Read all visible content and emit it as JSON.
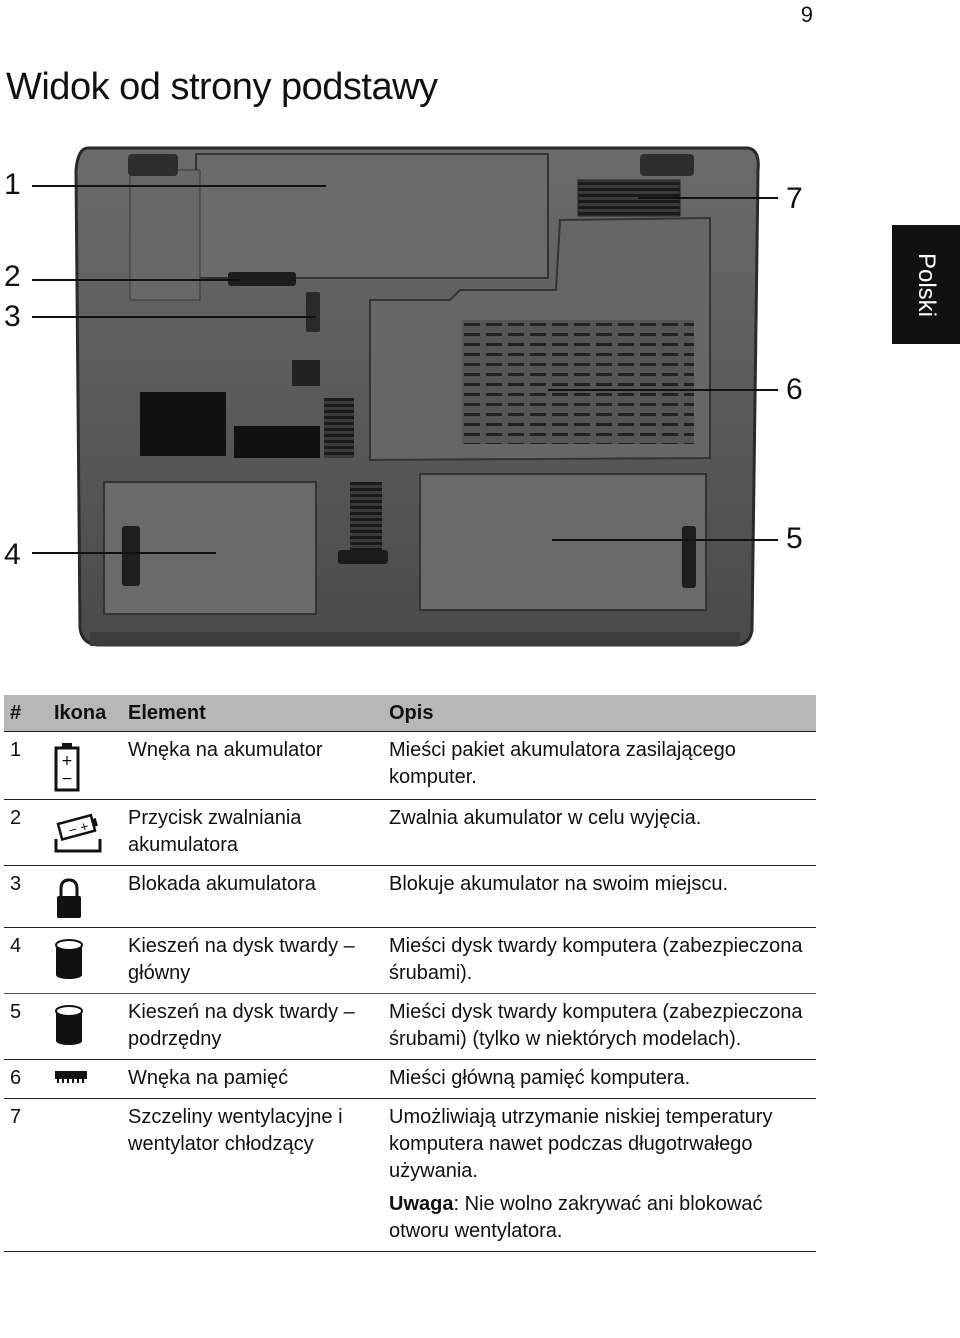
{
  "page": {
    "number": "9",
    "title": "Widok od strony podstawy",
    "language_tab": "Polski"
  },
  "figure": {
    "callouts": [
      "1",
      "2",
      "3",
      "4",
      "5",
      "6",
      "7"
    ]
  },
  "table": {
    "headers": [
      "#",
      "Ikona",
      "Element",
      "Opis"
    ],
    "rows": [
      {
        "num": "1",
        "icon": "battery-icon",
        "item": "Wnęka na akumulator",
        "desc": "Mieści pakiet akumulatora zasilającego komputer."
      },
      {
        "num": "2",
        "icon": "battery-release-icon",
        "item": "Przycisk zwalniania akumulatora",
        "desc": "Zwalnia akumulator w celu wyjęcia."
      },
      {
        "num": "3",
        "icon": "lock-icon",
        "item": "Blokada akumulatora",
        "desc": "Blokuje akumulator na swoim miejscu."
      },
      {
        "num": "4",
        "icon": "hard-disk-icon",
        "item": "Kieszeń na dysk twardy – główny",
        "desc": "Mieści dysk twardy komputera (zabezpieczona śrubami)."
      },
      {
        "num": "5",
        "icon": "hard-disk-icon",
        "item": "Kieszeń na dysk twardy – podrzędny",
        "desc": "Mieści dysk twardy komputera (zabezpieczona śrubami) (tylko w niektórych modelach)."
      },
      {
        "num": "6",
        "icon": "memory-icon",
        "item": "Wnęka na pamięć",
        "desc": "Mieści główną pamięć komputera."
      },
      {
        "num": "7",
        "icon": "",
        "item": "Szczeliny wentylacyjne i wentylator chłodzący",
        "desc": "Umożliwiają utrzymanie niskiej temperatury komputera nawet podczas długotrwałego używania.",
        "note_label": "Uwaga",
        "note_text": ": Nie wolno zakrywać ani blokować otworu wentylatora."
      }
    ]
  },
  "colors": {
    "header_bg": "#b7b7b7",
    "tab_bg": "#111111",
    "laptop_body": "#5a5a5a"
  }
}
